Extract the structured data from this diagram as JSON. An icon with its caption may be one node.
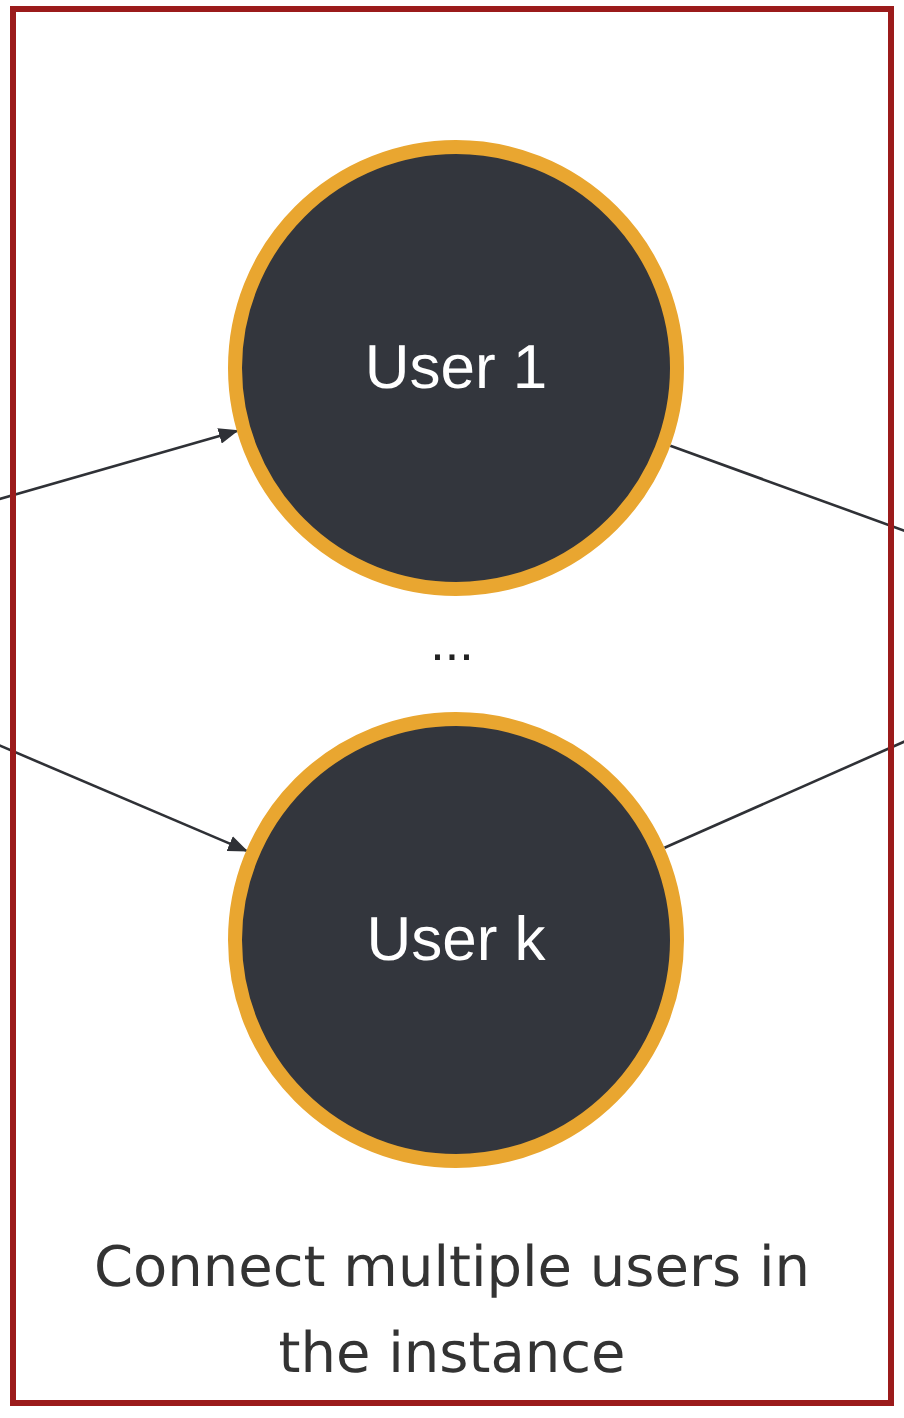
{
  "diagram": {
    "nodes": [
      {
        "text": [
          "Connect multiple users in the instance"
        ]
      },
      {
        "text": [
          "User 1"
        ],
        "in": 0
      },
      {
        "text": [
          "User k"
        ],
        "in": 0
      }
    ],
    "edges": [
      {
        "from": null,
        "to": 1,
        "arrow": "to"
      },
      {
        "from": null,
        "to": 2,
        "arrow": "to"
      },
      {
        "from": 1,
        "to": null,
        "arrow": "none"
      },
      {
        "from": 2,
        "to": null,
        "arrow": "none"
      }
    ],
    "labels": [
      "..."
    ]
  }
}
